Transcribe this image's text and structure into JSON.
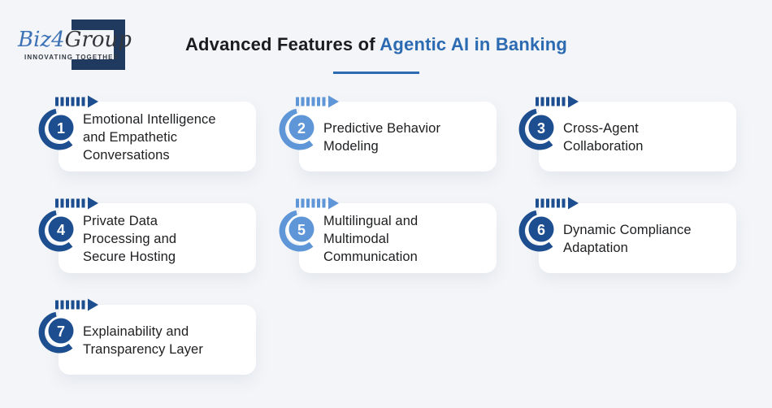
{
  "page": {
    "background": "#f3f5f8"
  },
  "logo": {
    "name_biz": "Biz",
    "name_4": "4",
    "name_group": "Group",
    "tagline": "INNOVATING TOGETHER",
    "bracket_color": "#203a5f",
    "blue": "#3c72b5"
  },
  "header": {
    "title_prefix": "Advanced Features of ",
    "title_highlight": "Agentic AI in Banking",
    "highlight_color": "#2c6bb2"
  },
  "colors": {
    "badge_dark": "#1d4e8f",
    "badge_light": "#5e96d7",
    "card_bg": "#ffffff",
    "text": "#1d1e20"
  },
  "cards": [
    {
      "number": "1",
      "title": "Emotional Intelligence\nand Empathetic\nConversations",
      "variant": "dark"
    },
    {
      "number": "2",
      "title": "Predictive Behavior\nModeling",
      "variant": "light"
    },
    {
      "number": "3",
      "title": "Cross-Agent\nCollaboration",
      "variant": "dark"
    },
    {
      "number": "4",
      "title": "Private Data\nProcessing and\nSecure Hosting",
      "variant": "dark"
    },
    {
      "number": "5",
      "title": "Multilingual and\nMultimodal\nCommunication",
      "variant": "light"
    },
    {
      "number": "6",
      "title": "Dynamic Compliance\nAdaptation",
      "variant": "dark"
    },
    {
      "number": "7",
      "title": "Explainability and\nTransparency Layer",
      "variant": "dark"
    }
  ]
}
